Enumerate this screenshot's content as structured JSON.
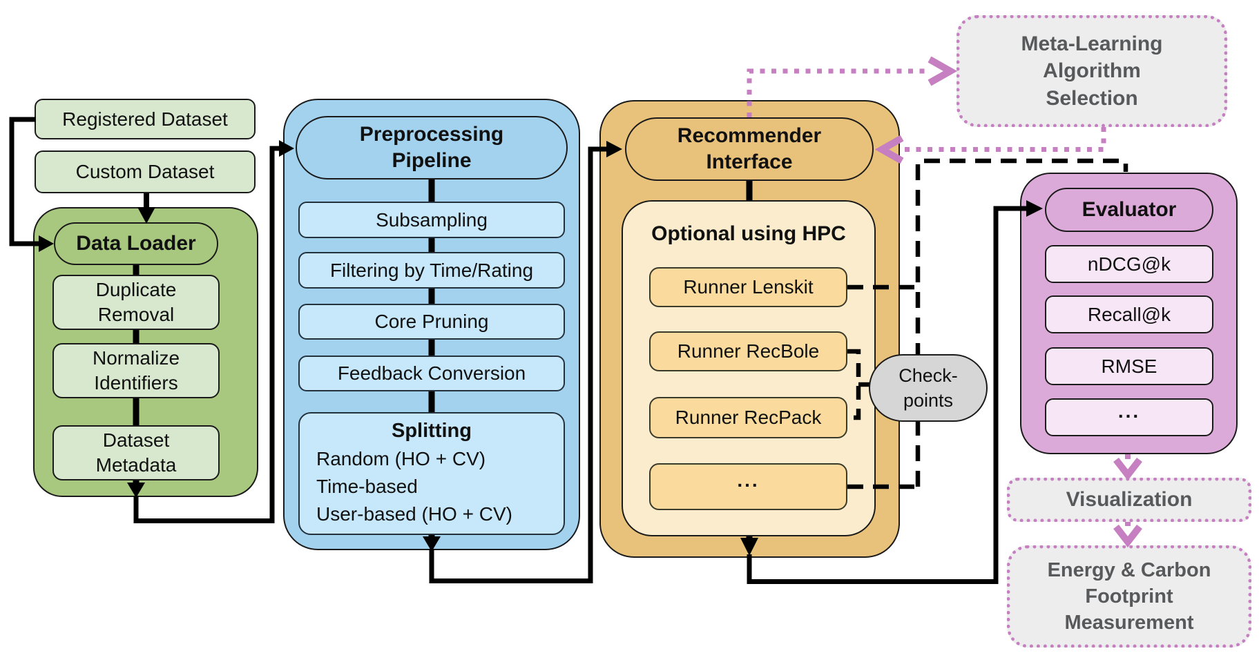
{
  "datasets": {
    "registered": "Registered Dataset",
    "custom": "Custom Dataset"
  },
  "data_loader": {
    "title": "Data Loader",
    "items": [
      {
        "lines": [
          "Duplicate",
          "Removal"
        ]
      },
      {
        "lines": [
          "Normalize",
          "Identifiers"
        ]
      },
      {
        "lines": [
          "Dataset",
          "Metadata"
        ]
      }
    ]
  },
  "preprocessing": {
    "title_lines": [
      "Preprocessing",
      "Pipeline"
    ],
    "steps": [
      "Subsampling",
      "Filtering by Time/Rating",
      "Core Pruning",
      "Feedback Conversion"
    ],
    "splitting": {
      "title": "Splitting",
      "methods": [
        "Random (HO + CV)",
        "Time-based",
        "User-based (HO + CV)"
      ]
    }
  },
  "recommender": {
    "title_lines": [
      "Recommender",
      "Interface"
    ],
    "hpc_label": "Optional using HPC",
    "runners": [
      "Runner Lenskit",
      "Runner RecBole",
      "Runner RecPack",
      "..."
    ]
  },
  "checkpoints": {
    "lines": [
      "Check-",
      "points"
    ]
  },
  "meta_learning": {
    "lines": [
      "Meta-Learning",
      "Algorithm",
      "Selection"
    ]
  },
  "evaluator": {
    "title": "Evaluator",
    "metrics": [
      "nDCG@k",
      "Recall@k",
      "RMSE",
      "..."
    ]
  },
  "visualization": {
    "label": "Visualization"
  },
  "energy_carbon": {
    "lines": [
      "Energy & Carbon",
      "Footprint",
      "Measurement"
    ]
  },
  "colors": {
    "green_container": "#a8c77f",
    "green_box": "#d7e8cf",
    "blue_container": "#a3d2ef",
    "blue_box": "#c7e7fa",
    "orange_container": "#e8c17a",
    "orange_inner": "#faeccc",
    "orange_box": "#fadb9d",
    "purple_container": "#dcaad8",
    "purple_box": "#f7e6f6",
    "gray_ellipse": "#d6d6d6",
    "dotted_box_fill": "#ededed",
    "dotted_border_purple": "#c67fc0",
    "gray_text": "#58595b",
    "connector_black": "#000000"
  }
}
